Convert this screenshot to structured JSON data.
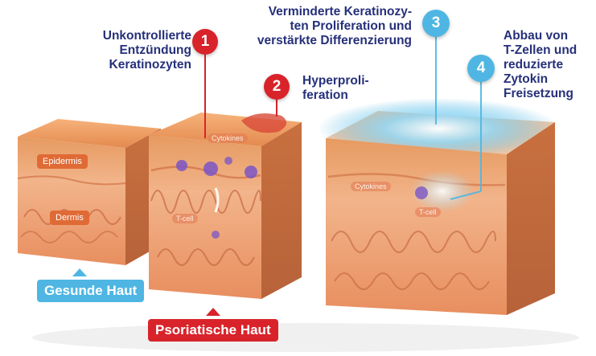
{
  "annotations": [
    {
      "number": "1",
      "text": "Unkontrollierte\nEntzündung\nKeratinozyten"
    },
    {
      "number": "2",
      "text": "Hyperproli-\nferation"
    },
    {
      "number": "3",
      "text": "Verminderte Keratinozy-\nten Proliferation und\nverstärkte Differenzierung"
    },
    {
      "number": "4",
      "text": "Abbau von\nT-Zellen und\nreduzierte\nZytokin\nFreisetzung"
    }
  ],
  "layer_labels": {
    "epidermis": "Epidermis",
    "dermis": "Dermis"
  },
  "tissue_labels": {
    "cytokines_middle": "Cytokines",
    "tcell_middle": "T-cell",
    "cytokines_right": "Cytokines",
    "tcell_right": "T-cell"
  },
  "captions": {
    "healthy": "Gesunde Haut",
    "psoriatic": "Psoriatische Haut"
  },
  "colors": {
    "accent_red": "#d9232a",
    "accent_blue": "#4fb6e3",
    "annotation_text": "#26307a",
    "skin": "#e8965c"
  }
}
